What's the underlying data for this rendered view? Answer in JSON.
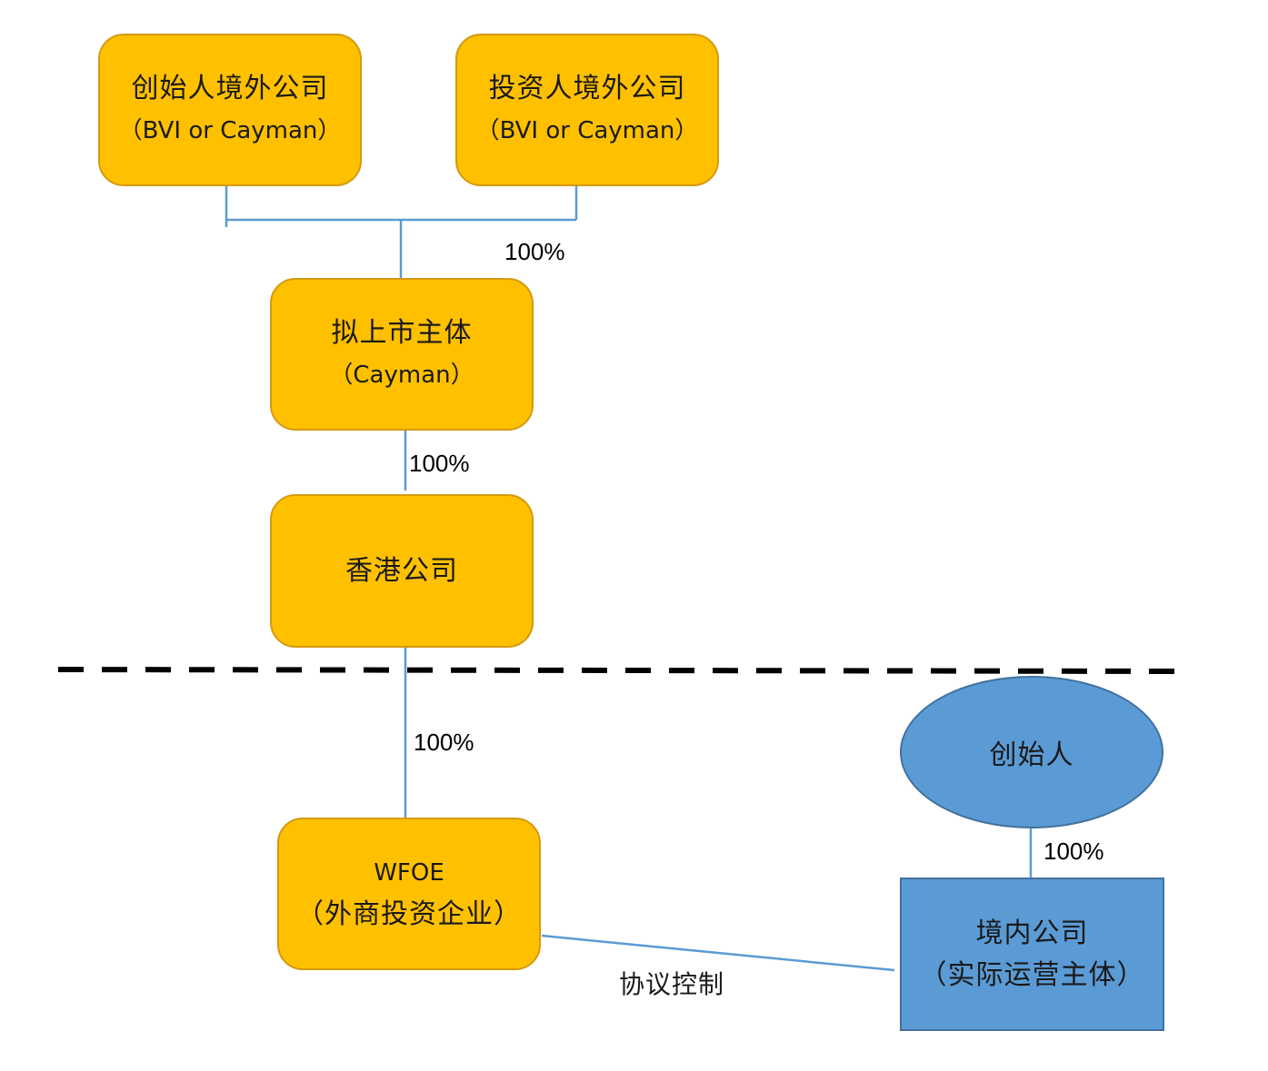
{
  "nodes": {
    "founder_offshore": {
      "line1": "创始人境外公司",
      "line2": "（BVI or Cayman）"
    },
    "investor_offshore": {
      "line1": "投资人境外公司",
      "line2": "（BVI or Cayman）"
    },
    "listing_entity": {
      "line1": "拟上市主体",
      "line2": "（Cayman）"
    },
    "hk_company": {
      "line1": "香港公司"
    },
    "wfoe": {
      "line1": "WFOE",
      "line2": "（外商投资企业）"
    },
    "founder": {
      "line1": "创始人"
    },
    "domestic_company": {
      "line1": "境内公司",
      "line2": "（实际运营主体）"
    }
  },
  "edges": {
    "offshore_to_listing": "100%",
    "listing_to_hk": "100%",
    "hk_to_wfoe": "100%",
    "founder_to_domestic": "100%",
    "wfoe_to_domestic": "协议控制"
  },
  "colors": {
    "box_fill": "#FFC000",
    "box_border": "#D49A10",
    "blue_fill": "#5B9BD5",
    "blue_border": "#41719C",
    "connector": "#5B9BD5",
    "boundary": "#000000"
  }
}
